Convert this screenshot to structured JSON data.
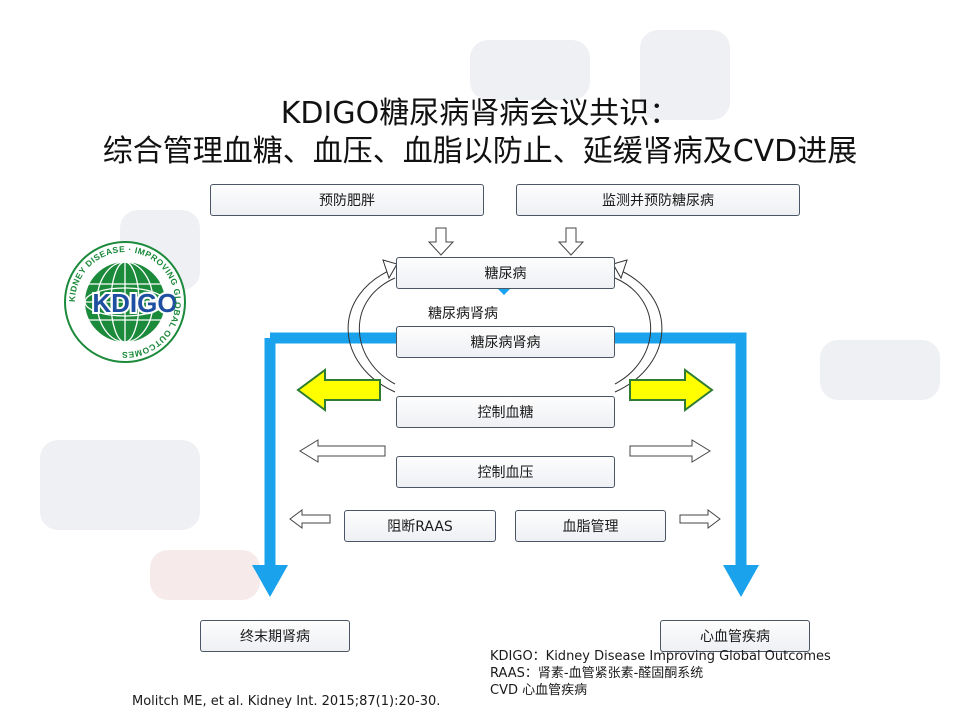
{
  "title": {
    "line1": "KDIGO糖尿病肾病会议共识：",
    "line2": "综合管理血糖、血压、血脂以防止、延缓肾病及CVD进展"
  },
  "boxes": {
    "prevent_obesity": "预防肥胖",
    "monitor_diabetes": "监测并预防糖尿病",
    "diabetes": "糖尿病",
    "dkd_label": "糖尿病肾病",
    "dkd": "糖尿病肾病",
    "control_glucose": "控制血糖",
    "control_bp": "控制血压",
    "block_raas": "阻断RAAS",
    "lipid_mgmt": "血脂管理",
    "esrd": "终末期肾病",
    "cvd": "心血管疾病"
  },
  "logo": {
    "text": "KDIGO",
    "ring_text": "KIDNEY DISEASE · IMPROVING GLOBAL OUTCOMES"
  },
  "notes": {
    "line1": "KDIGO：Kidney Disease Improving Global Outcomes",
    "line2": "RAAS：肾素-血管紧张素-醛固酮系统",
    "line3": "CVD   心血管疾病"
  },
  "citation": "Molitch ME, et al. Kidney Int. 2015;87(1):20-30.",
  "colors": {
    "blue_arrow": "#1aa3ec",
    "yellow_arrow": "#ffff00",
    "green_outline": "#2e7d32",
    "logo_green": "#1b8a3a",
    "logo_blue": "#1f4fa0"
  }
}
